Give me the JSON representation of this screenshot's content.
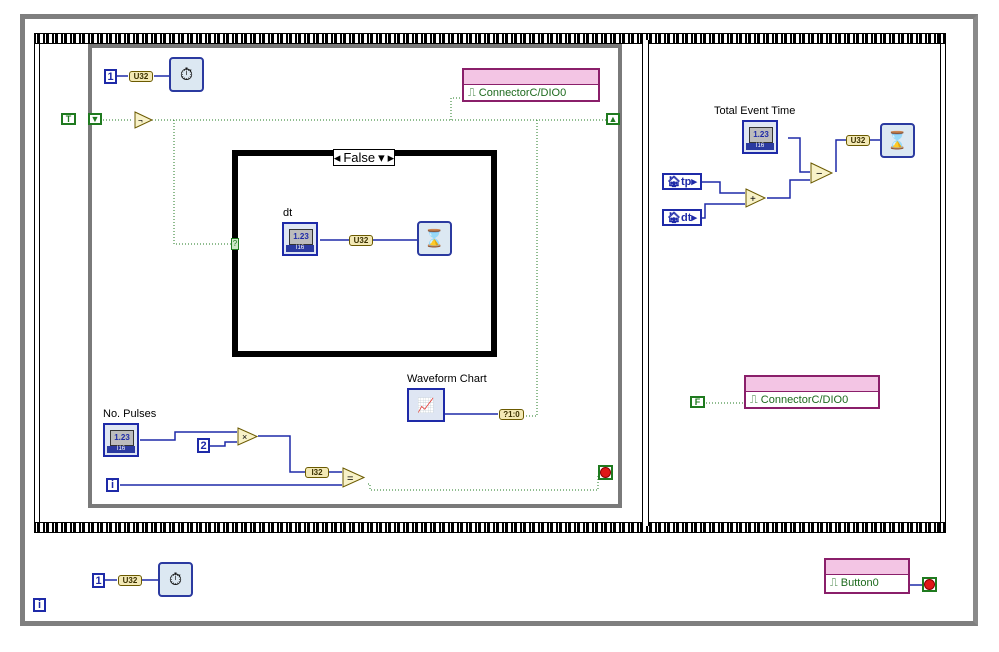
{
  "diagram": {
    "case_selector": "False",
    "labels": {
      "total_event_time": "Total Event Time",
      "dt": "dt",
      "waveform_chart": "Waveform Chart",
      "no_pulses": "No. Pulses"
    },
    "constants": {
      "one_a": "1",
      "one_b": "1",
      "two": "2",
      "true_const": "T",
      "false_const": "F",
      "iter_inner": "i",
      "iter_outer": "i"
    },
    "type_tags": {
      "u32_a": "U32",
      "u32_b": "U32",
      "u32_c": "U32",
      "u32_d": "U32",
      "i32": "I32",
      "tf": "?1:0"
    },
    "locals": {
      "tp": "tp",
      "dt": "dt"
    },
    "channels": {
      "dio_top": "ConnectorC/DIO0",
      "dio_right": "ConnectorC/DIO0",
      "button": "Button0"
    },
    "numeric_glyph": "1.23",
    "operators": {
      "not": "¬",
      "multiply": "×",
      "add": "+",
      "subtract": "−",
      "equal": "="
    }
  }
}
